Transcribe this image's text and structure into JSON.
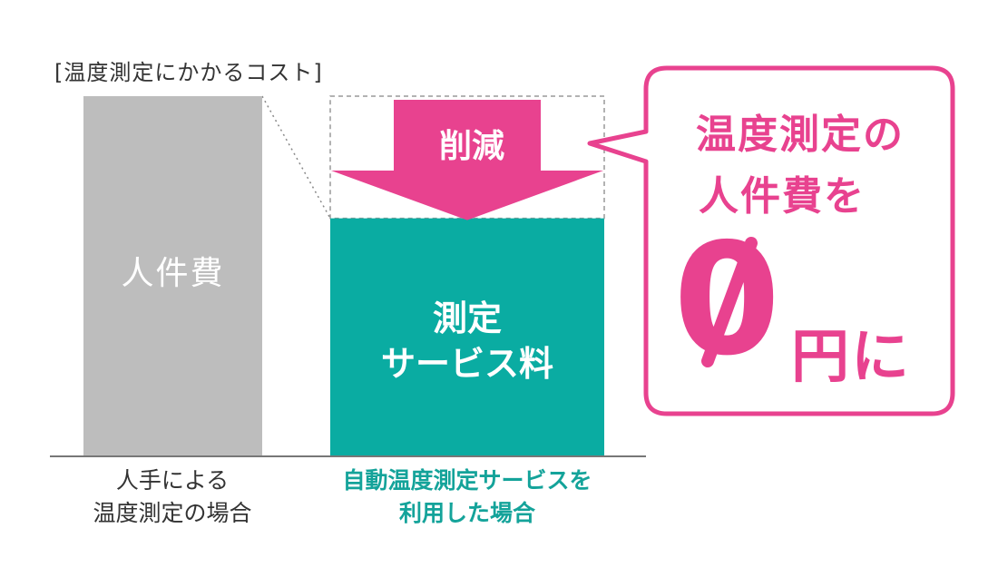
{
  "chart_data": {
    "type": "bar",
    "title": "[温度測定にかかるコスト]",
    "categories": [
      "人手による\n温度測定の場合",
      "自動温度測定サービスを\n利用した場合"
    ],
    "values": [
      100,
      66
    ],
    "bar_labels": [
      "人件費",
      "測定\nサービス料"
    ],
    "reduction_label": "削減",
    "bar_colors": [
      "#bdbdbd",
      "#0aaca2"
    ],
    "arrow_color": "#e8428f",
    "ylim": [
      0,
      100
    ],
    "grid": false
  },
  "callout": {
    "line1": "温度測定の",
    "line2": "人件費を",
    "big_value": "0",
    "suffix": "円に",
    "color": "#e8428f"
  }
}
